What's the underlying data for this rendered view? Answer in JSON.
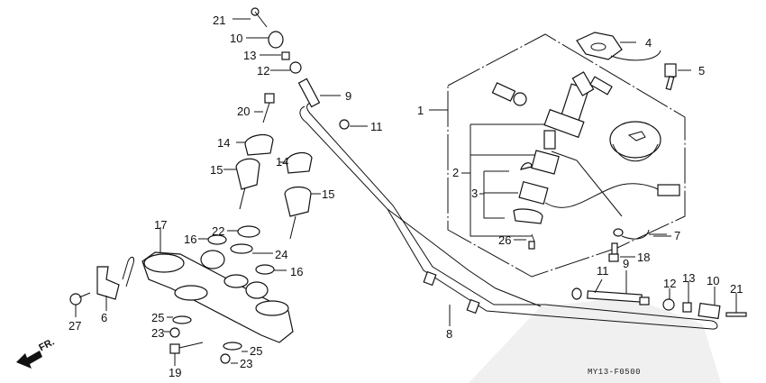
{
  "diagram": {
    "code": "MY13-F0500",
    "direction_label": "FR.",
    "callouts": [
      {
        "id": "c21a",
        "text": "21"
      },
      {
        "id": "c10a",
        "text": "10"
      },
      {
        "id": "c13a",
        "text": "13"
      },
      {
        "id": "c12a",
        "text": "12"
      },
      {
        "id": "c9a",
        "text": "9"
      },
      {
        "id": "c20",
        "text": "20"
      },
      {
        "id": "c11a",
        "text": "11"
      },
      {
        "id": "c14a",
        "text": "14"
      },
      {
        "id": "c14b",
        "text": "14"
      },
      {
        "id": "c15a",
        "text": "15"
      },
      {
        "id": "c15b",
        "text": "15"
      },
      {
        "id": "c17",
        "text": "17"
      },
      {
        "id": "c22",
        "text": "22"
      },
      {
        "id": "c16a",
        "text": "16"
      },
      {
        "id": "c24",
        "text": "24"
      },
      {
        "id": "c16b",
        "text": "16"
      },
      {
        "id": "c27",
        "text": "27"
      },
      {
        "id": "c6",
        "text": "6"
      },
      {
        "id": "c25a",
        "text": "25"
      },
      {
        "id": "c23a",
        "text": "23"
      },
      {
        "id": "c19",
        "text": "19"
      },
      {
        "id": "c25b",
        "text": "25"
      },
      {
        "id": "c23b",
        "text": "23"
      },
      {
        "id": "c1",
        "text": "1"
      },
      {
        "id": "c2",
        "text": "2"
      },
      {
        "id": "c3",
        "text": "3"
      },
      {
        "id": "c26",
        "text": "26"
      },
      {
        "id": "c4",
        "text": "4"
      },
      {
        "id": "c5",
        "text": "5"
      },
      {
        "id": "c7",
        "text": "7"
      },
      {
        "id": "c18",
        "text": "18"
      },
      {
        "id": "c11b",
        "text": "11"
      },
      {
        "id": "c9b",
        "text": "9"
      },
      {
        "id": "c12b",
        "text": "12"
      },
      {
        "id": "c13b",
        "text": "13"
      },
      {
        "id": "c10b",
        "text": "10"
      },
      {
        "id": "c21b",
        "text": "21"
      },
      {
        "id": "c8",
        "text": "8"
      }
    ]
  }
}
